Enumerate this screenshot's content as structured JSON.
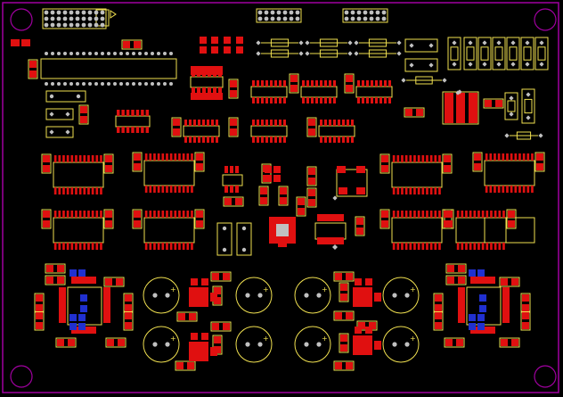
{
  "view": {
    "description_text": "",
    "colors": {
      "background": "#000000",
      "board_outline": "#a000a0",
      "silkscreen": "#f0e050",
      "top_copper": "#e01010",
      "bottom_copper": "#2030d0",
      "through_hole_pad": "#c0c0c0",
      "drill": "#000000"
    }
  },
  "layers": {
    "outline": "board-outline",
    "silkscreen": "silkscreen",
    "top": "top-copper",
    "bottom": "bottom-copper",
    "holes": "mounting-holes"
  }
}
